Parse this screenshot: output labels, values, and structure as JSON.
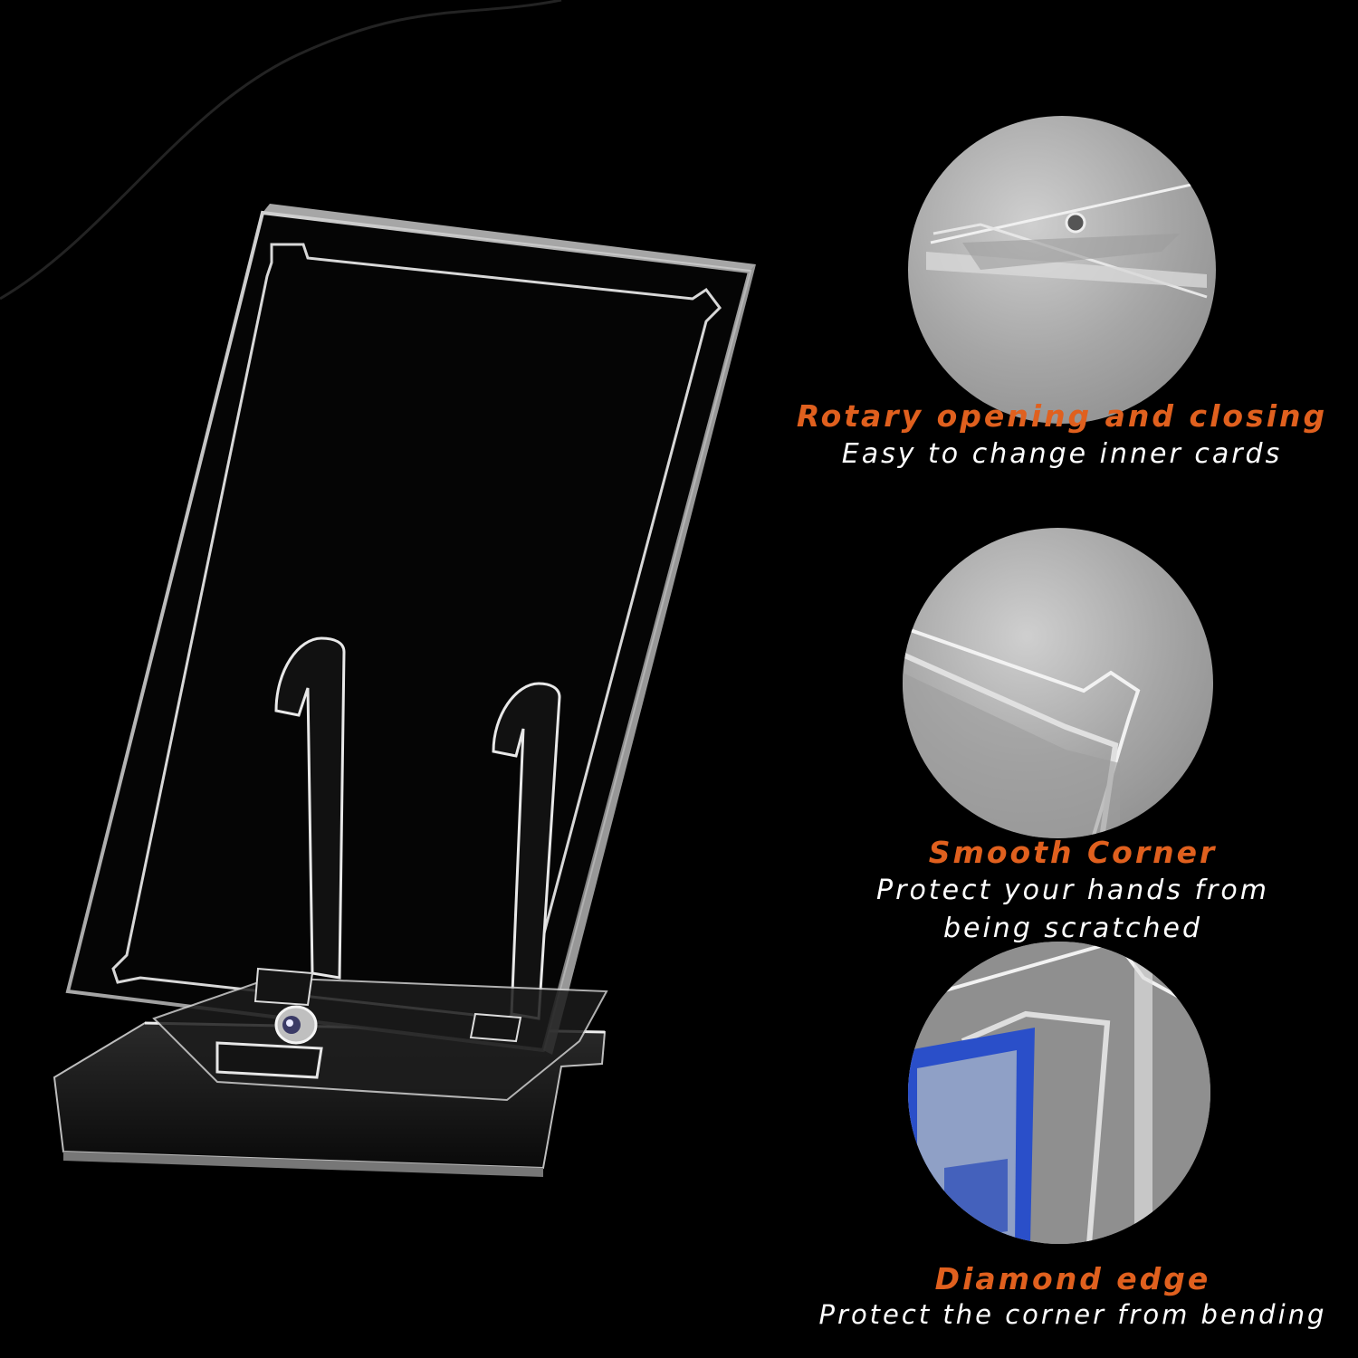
{
  "accent_color": "#e0601e",
  "features": [
    {
      "title": "Rotary opening and closing",
      "description": [
        "Easy to change inner cards"
      ],
      "icon": "hinge-detail-photo"
    },
    {
      "title": "Smooth Corner",
      "description": [
        "Protect your hands from",
        "being scratched"
      ],
      "icon": "corner-detail-photo"
    },
    {
      "title": "Diamond edge",
      "description": [
        "Protect  the corner from bending"
      ],
      "icon": "edge-detail-photo"
    }
  ]
}
